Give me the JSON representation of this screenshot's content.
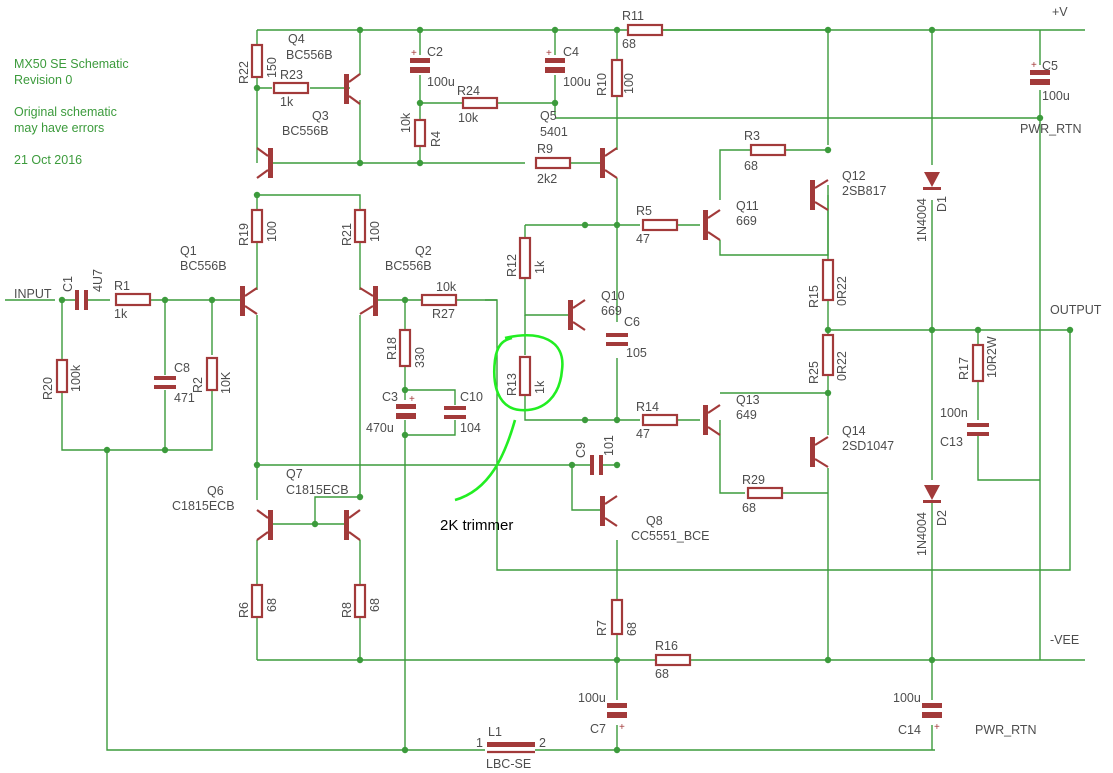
{
  "notes": {
    "title": "MX50 SE Schematic",
    "revision": "Revision 0",
    "warning_line1": "Original schematic",
    "warning_line2": "may have errors",
    "date": "21 Oct 2016"
  },
  "annotation": "2K trimmer",
  "rails": {
    "vplus": "+V",
    "output": "OUTPUT",
    "vee": "-VEE",
    "pwr_rtn_top": "PWR_RTN",
    "pwr_rtn_bottom": "PWR_RTN",
    "input": "INPUT"
  },
  "components": {
    "r1": {
      "ref": "R1",
      "value": "1k"
    },
    "r2": {
      "ref": "R2",
      "value": "10K"
    },
    "r3": {
      "ref": "R3",
      "value": "68"
    },
    "r4": {
      "ref": "R4",
      "value": "10k"
    },
    "r5": {
      "ref": "R5",
      "value": "47"
    },
    "r6": {
      "ref": "R6",
      "value": "68"
    },
    "r7": {
      "ref": "R7",
      "value": "68"
    },
    "r8": {
      "ref": "R8",
      "value": "68"
    },
    "r9": {
      "ref": "R9",
      "value": "2k2"
    },
    "r10": {
      "ref": "R10",
      "value": "100"
    },
    "r11": {
      "ref": "R11",
      "value": "68"
    },
    "r12": {
      "ref": "R12",
      "value": "1k"
    },
    "r13": {
      "ref": "R13",
      "value": "1k"
    },
    "r14": {
      "ref": "R14",
      "value": "47"
    },
    "r15": {
      "ref": "R15",
      "value": "0R22"
    },
    "r16": {
      "ref": "R16",
      "value": "68"
    },
    "r17": {
      "ref": "R17",
      "value": "10R2W"
    },
    "r18": {
      "ref": "R18",
      "value": "330"
    },
    "r19": {
      "ref": "R19",
      "value": "100"
    },
    "r20": {
      "ref": "R20",
      "value": "100k"
    },
    "r21": {
      "ref": "R21",
      "value": "100"
    },
    "r22": {
      "ref": "R22",
      "value": "150"
    },
    "r23": {
      "ref": "R23",
      "value": "1k"
    },
    "r24": {
      "ref": "R24",
      "value": "10k"
    },
    "r25": {
      "ref": "R25",
      "value": "0R22"
    },
    "r27": {
      "ref": "R27",
      "value": "10k"
    },
    "r29": {
      "ref": "R29",
      "value": "68"
    },
    "c1": {
      "ref": "C1",
      "value": "4U7"
    },
    "c2": {
      "ref": "C2",
      "value": "100u"
    },
    "c3": {
      "ref": "C3",
      "value": "470u"
    },
    "c4": {
      "ref": "C4",
      "value": "100u"
    },
    "c5": {
      "ref": "C5",
      "value": "100u"
    },
    "c6": {
      "ref": "C6",
      "value": "105"
    },
    "c7": {
      "ref": "C7",
      "value": "100u"
    },
    "c8": {
      "ref": "C8",
      "value": "471"
    },
    "c9": {
      "ref": "C9",
      "value": "101"
    },
    "c10": {
      "ref": "C10",
      "value": "104"
    },
    "c13": {
      "ref": "C13",
      "value": "100n"
    },
    "c14": {
      "ref": "C14",
      "value": "100u"
    },
    "q1": {
      "ref": "Q1",
      "value": "BC556B"
    },
    "q2": {
      "ref": "Q2",
      "value": "BC556B"
    },
    "q3": {
      "ref": "Q3",
      "value": "BC556B"
    },
    "q4": {
      "ref": "Q4",
      "value": "BC556B"
    },
    "q5": {
      "ref": "Q5",
      "value": "5401"
    },
    "q6": {
      "ref": "Q6",
      "value": "C1815ECB"
    },
    "q7": {
      "ref": "Q7",
      "value": "C1815ECB"
    },
    "q8": {
      "ref": "Q8",
      "value": "CC5551_BCE"
    },
    "q10": {
      "ref": "Q10",
      "value": "669"
    },
    "q11": {
      "ref": "Q11",
      "value": "669"
    },
    "q12": {
      "ref": "Q12",
      "value": "2SB817"
    },
    "q13": {
      "ref": "Q13",
      "value": "649"
    },
    "q14": {
      "ref": "Q14",
      "value": "2SD1047"
    },
    "d1": {
      "ref": "D1",
      "value": "1N4004"
    },
    "d2": {
      "ref": "D2",
      "value": "1N4004"
    },
    "l1": {
      "ref": "L1",
      "value": "LBC-SE",
      "pin1": "1",
      "pin2": "2"
    }
  },
  "colors": {
    "wire": "#3c9b3c",
    "component": "#a23a3a",
    "label": "#4d4d4d",
    "trimmer_markup": "#22ee22"
  }
}
